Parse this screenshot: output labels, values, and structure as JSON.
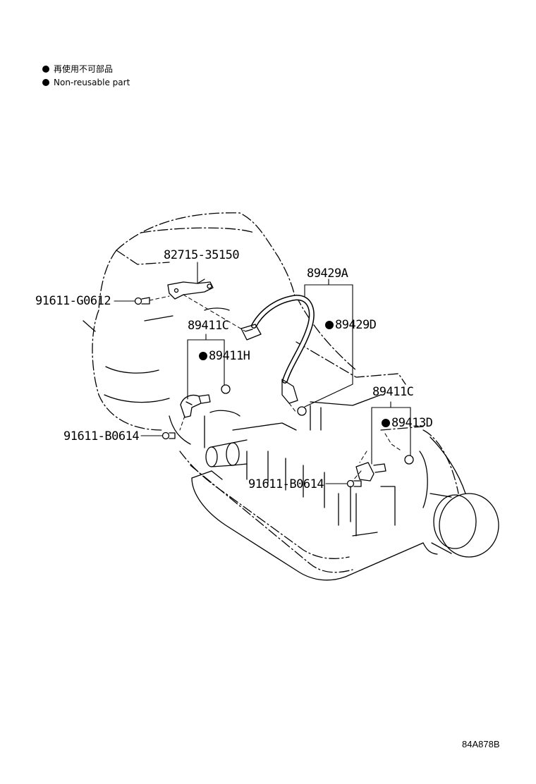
{
  "legend": {
    "ja": "再使用不可部品",
    "en": "Non-reusable part"
  },
  "parts": {
    "p82715": "82715-35150",
    "p89429A": "89429A",
    "p91611G": "91611-G0612",
    "p89411C_left": "89411C",
    "p89429D": "89429D",
    "p89411H": "89411H",
    "p89411C_right": "89411C",
    "p89413D": "89413D",
    "p91611B_left": "91611-B0614",
    "p91611B_mid": "91611-B0614"
  },
  "illustration_code": "84A878B"
}
